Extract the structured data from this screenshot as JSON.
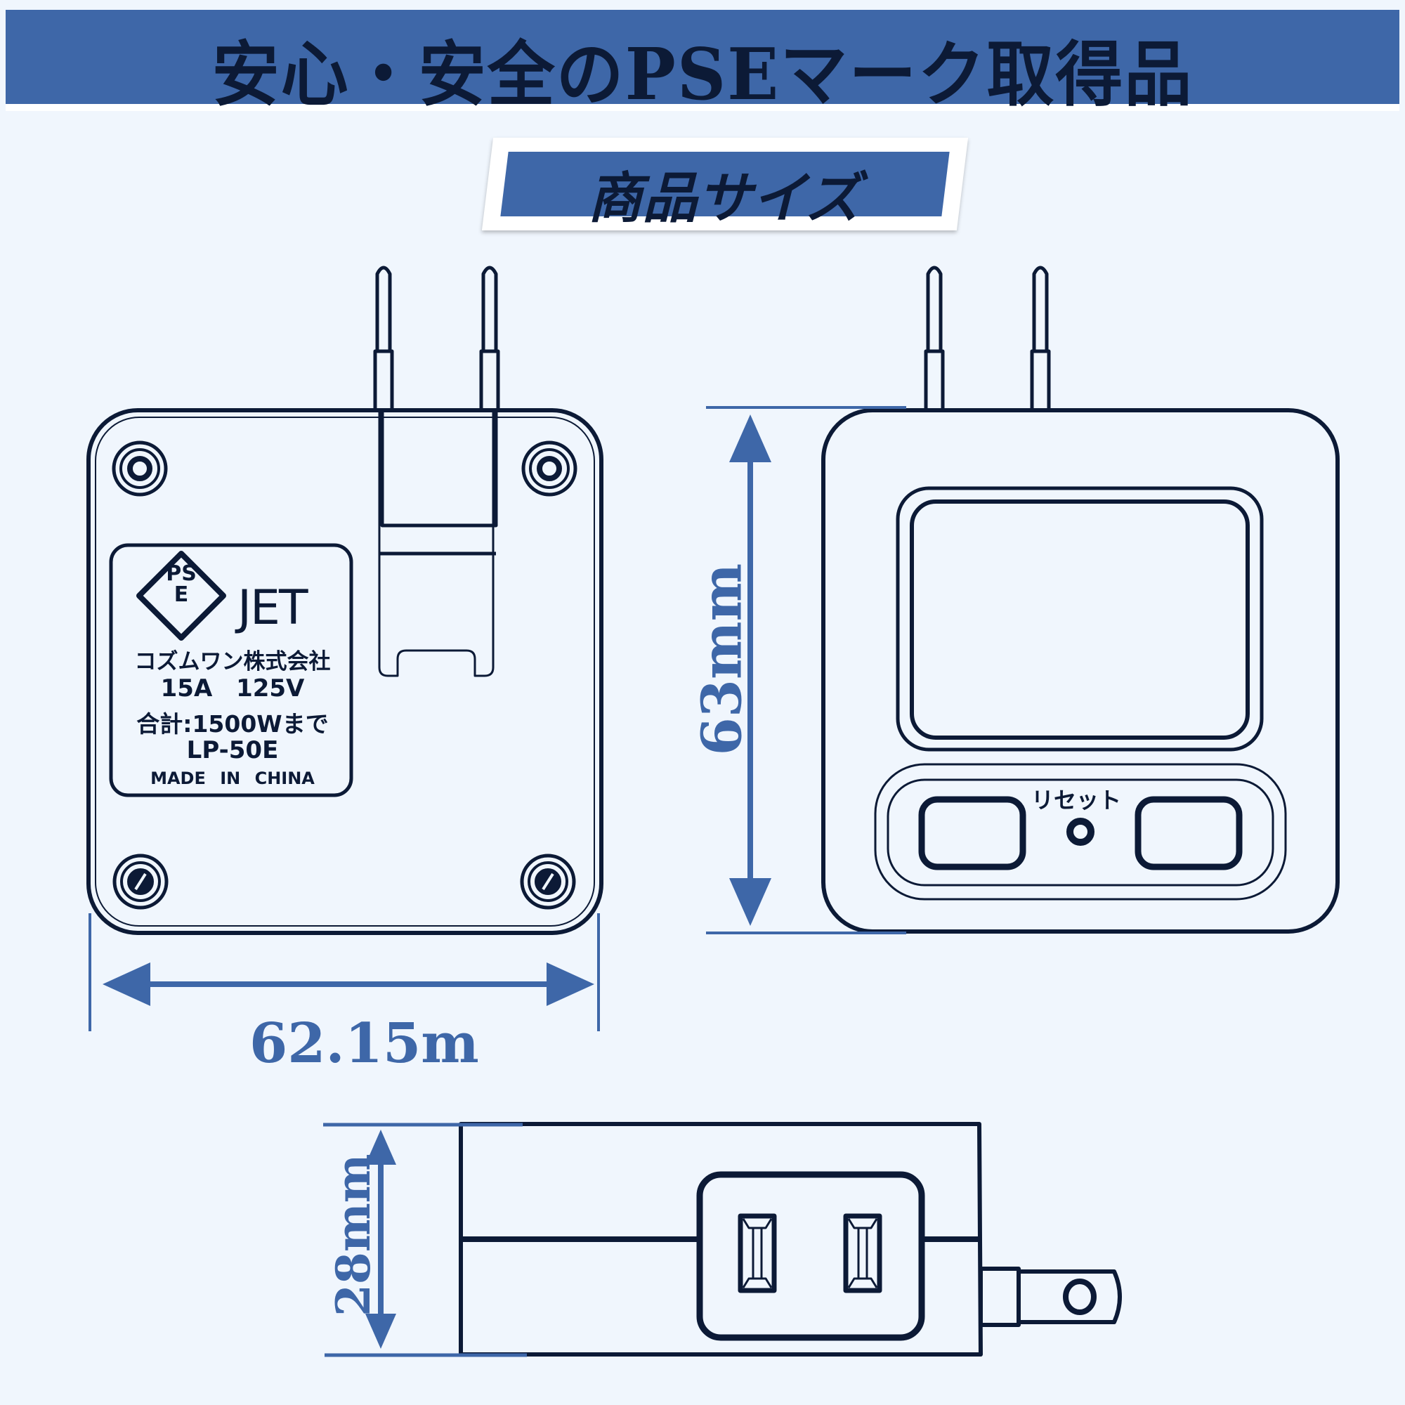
{
  "header": {
    "title": "安心・安全のPSEマーク取得品"
  },
  "section": {
    "title": "商品サイズ"
  },
  "colors": {
    "accent": "#3e67a8",
    "ink": "#0c1a36",
    "background": "#f0f6fd"
  },
  "dimensions": {
    "width_label": "62.15m",
    "height_label": "63mm",
    "depth_label": "28mm"
  },
  "back_view": {
    "icons": [
      "plug-prong-icon",
      "screw-icon",
      "pse-mark-icon"
    ],
    "pse_letters": [
      "PS",
      "E"
    ],
    "label_plate": {
      "certifier": "JET",
      "manufacturer": "コズムワン株式会社",
      "rating": "15A 125V",
      "total_power": "合計:1500Wまで",
      "model": "LP-50E",
      "origin": "MADE IN CHINA"
    }
  },
  "front_view": {
    "reset_label": "リセット",
    "icons": [
      "display-window-icon",
      "outlet-button-icon",
      "reset-button-icon"
    ]
  },
  "side_view": {
    "icons": [
      "outlet-socket-icon",
      "plug-prong-icon"
    ]
  }
}
